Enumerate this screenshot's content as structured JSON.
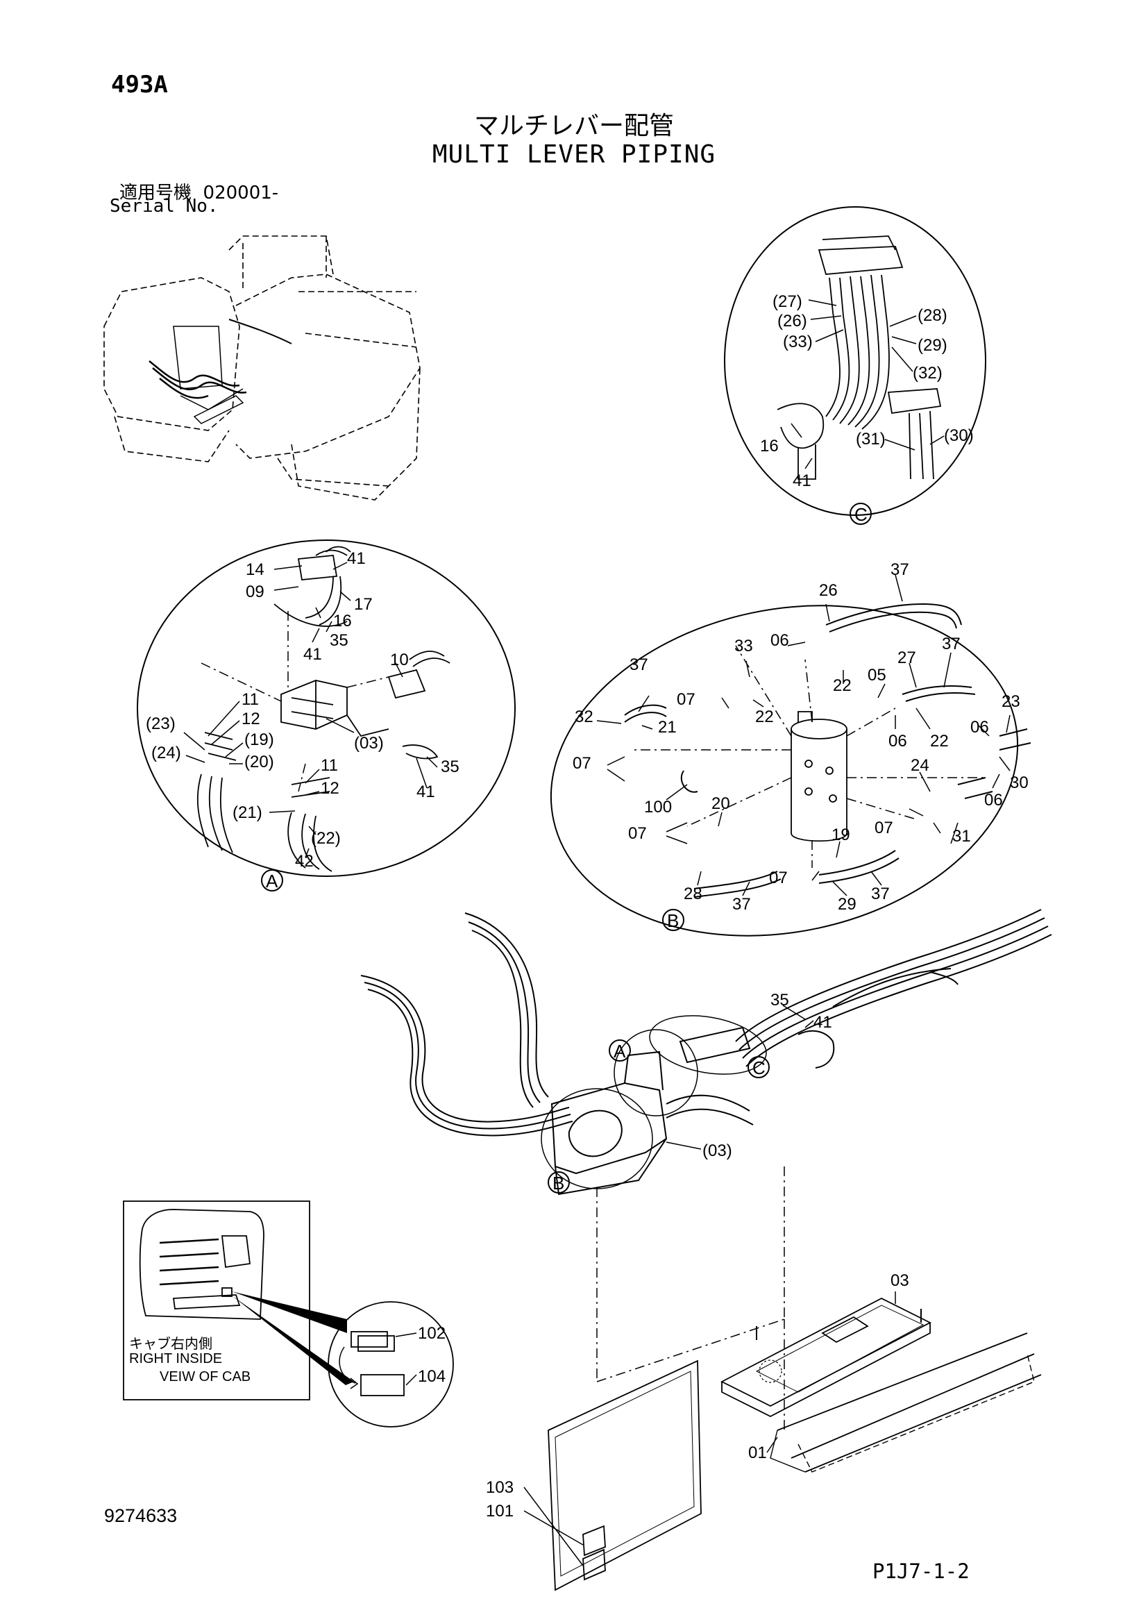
{
  "header": {
    "page_code": "493A",
    "title_jp": "マルチレバー配管",
    "title_en": "MULTI LEVER PIPING",
    "serial_label_jp": "適用号機",
    "serial_value": "020001-",
    "serial_label_en": "Serial No."
  },
  "footer": {
    "doc_number": "9274633",
    "sheet_code": "P1J7-1-2"
  },
  "cab_note": {
    "jp": "キャブ右内側",
    "en_line1": "RIGHT INSIDE",
    "en_line2": "VEIW OF CAB"
  },
  "detail_tags": {
    "a": "A",
    "b": "B",
    "c": "C"
  },
  "detail_c_labels": {
    "l27": "(27)",
    "l26": "(26)",
    "l33": "(33)",
    "l28": "(28)",
    "l29": "(29)",
    "l32": "(32)",
    "l16": "16",
    "l41": "41",
    "l31": "(31)",
    "l30": "(30)"
  },
  "detail_a_labels": {
    "l14": "14",
    "l09": "09",
    "l41a": "41",
    "l17": "17",
    "l16": "16",
    "l35a": "35",
    "l41b": "41",
    "l10": "10",
    "l11a": "11",
    "l12a": "12",
    "l23": "(23)",
    "l19": "(19)",
    "l24": "(24)",
    "l20": "(20)",
    "l03": "(03)",
    "l35b": "35",
    "l41c": "41",
    "l11b": "11",
    "l12b": "12",
    "l21": "(21)",
    "l22": "(22)",
    "l42": "42"
  },
  "detail_b_labels": {
    "l37a": "37",
    "l26": "26",
    "l06a": "06",
    "l33": "33",
    "l37b": "37",
    "l27": "27",
    "l37c": "37",
    "l22a": "22",
    "l05": "05",
    "l07a": "07",
    "l32": "32",
    "l21": "21",
    "l22b": "22",
    "l23": "23",
    "l06b": "06",
    "l22c": "22",
    "l06c": "06",
    "l07b": "07",
    "l24": "24",
    "l30": "30",
    "l100": "100",
    "l20": "20",
    "l06d": "06",
    "l07c": "07",
    "l19": "19",
    "l07d": "07",
    "l31": "31",
    "l07e": "07",
    "l28": "28",
    "l37d": "37",
    "l29": "29",
    "l37e": "37"
  },
  "main_labels": {
    "l35": "35",
    "l41": "41",
    "l03p": "(03)",
    "l03": "03",
    "l01": "01",
    "l102": "102",
    "l104": "104",
    "l103": "103",
    "l101": "101"
  }
}
